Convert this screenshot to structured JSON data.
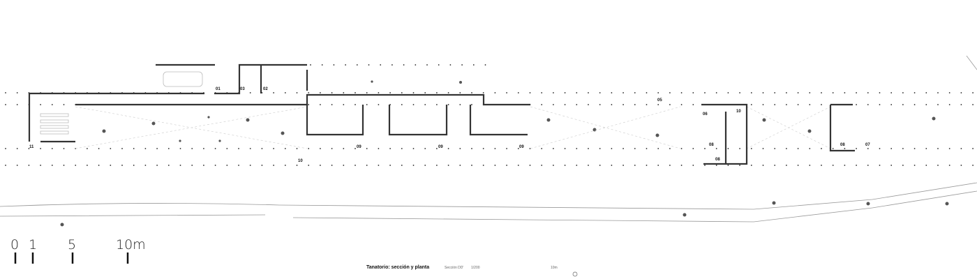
{
  "drawing": {
    "title": "Tanatorio: sección y planta",
    "section_label": "Sección DD'",
    "scale_ratio": "1/200",
    "mini_scale_label": "10m"
  },
  "scale_bar": {
    "labels": [
      "0",
      "1",
      "5",
      "10m"
    ]
  },
  "rooms": {
    "r01": "01",
    "r02": "02",
    "r03": "03",
    "r11": "11",
    "r10": "10",
    "r09a": "09",
    "r09b": "09",
    "r09c": "09",
    "r05": "05",
    "r06": "06",
    "r10b": "10",
    "r08a": "08",
    "r08b": "08",
    "r08c": "08",
    "r07": "07"
  }
}
